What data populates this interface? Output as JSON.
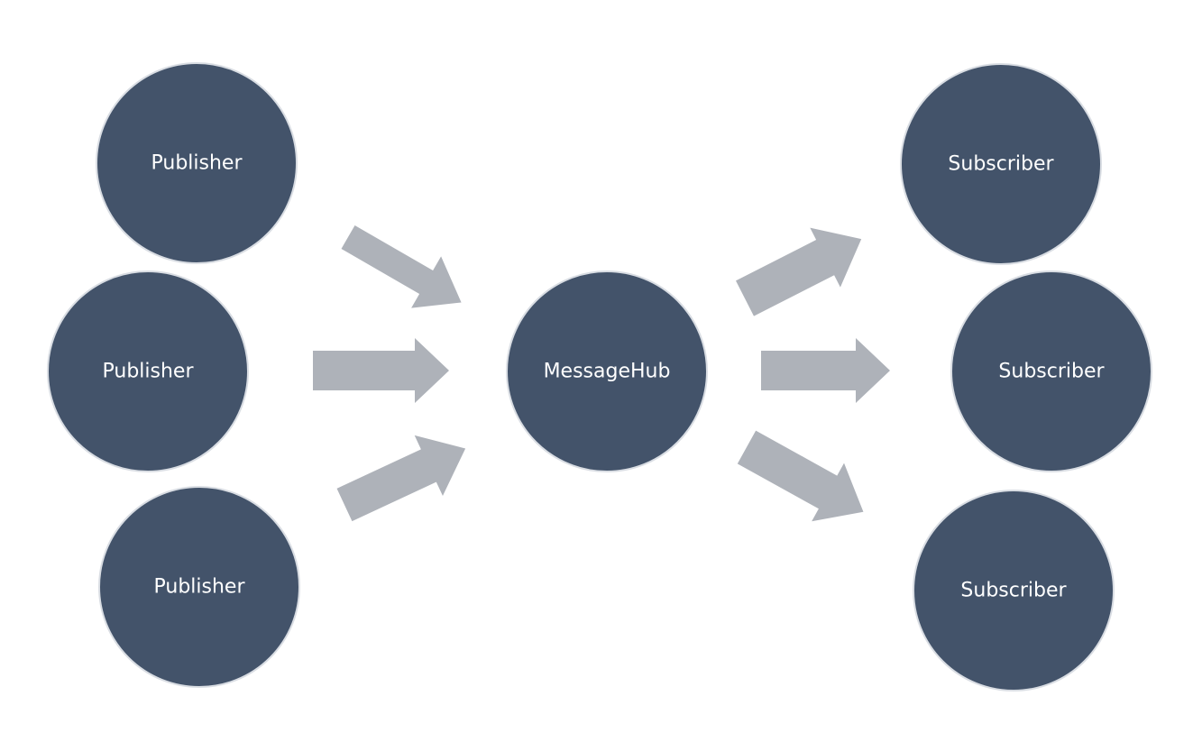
{
  "colors": {
    "node_fill": "#43536a",
    "arrow_fill": "#aeb2b9",
    "label_color": "#ffffff"
  },
  "nodes": {
    "publisher_1": {
      "label": "Publisher"
    },
    "publisher_2": {
      "label": "Publisher"
    },
    "publisher_3": {
      "label": "Publisher"
    },
    "hub": {
      "label": "MessageHub"
    },
    "subscriber_1": {
      "label": "Subscriber"
    },
    "subscriber_2": {
      "label": "Subscriber"
    },
    "subscriber_3": {
      "label": "Subscriber"
    }
  },
  "connections": [
    {
      "from": "publisher_1",
      "to": "hub"
    },
    {
      "from": "publisher_2",
      "to": "hub"
    },
    {
      "from": "publisher_3",
      "to": "hub"
    },
    {
      "from": "hub",
      "to": "subscriber_1"
    },
    {
      "from": "hub",
      "to": "subscriber_2"
    },
    {
      "from": "hub",
      "to": "subscriber_3"
    }
  ]
}
